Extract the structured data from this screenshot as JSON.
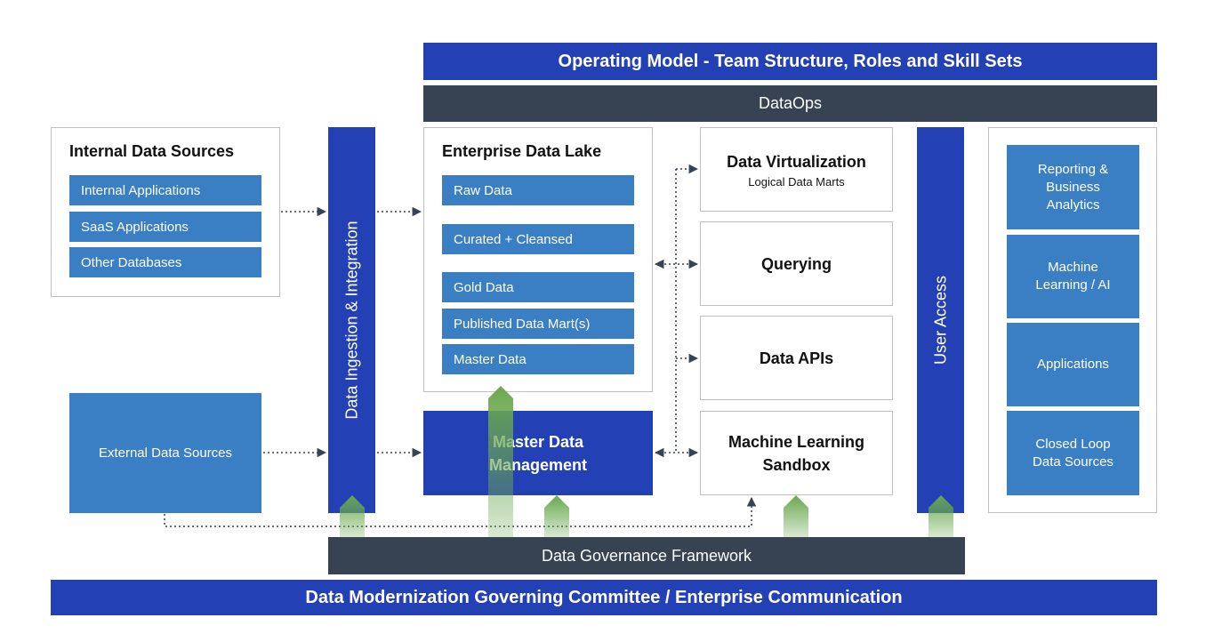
{
  "header": {
    "operating_model": "Operating Model - Team Structure, Roles and Skill Sets",
    "dataops": "DataOps"
  },
  "internal_sources": {
    "title": "Internal Data Sources",
    "items": [
      "Internal Applications",
      "SaaS Applications",
      "Other Databases"
    ]
  },
  "external_sources": "External Data Sources",
  "ingestion_label": "Data Ingestion & Integration",
  "data_lake": {
    "title": "Enterprise Data Lake",
    "items": [
      "Raw Data",
      "Curated + Cleansed",
      "Gold Data",
      "Published Data Mart(s)",
      "Master Data"
    ]
  },
  "master_data_management": [
    "Master Data",
    "Management"
  ],
  "services": {
    "virtualization": {
      "title": "Data Virtualization",
      "subtitle": "Logical Data Marts"
    },
    "querying": "Querying",
    "apis": "Data APIs",
    "ml_sandbox": [
      "Machine Learning",
      "Sandbox"
    ]
  },
  "user_access_label": "User Access",
  "outputs": [
    [
      "Reporting &",
      "Business",
      "Analytics"
    ],
    [
      "Machine",
      "Learning / AI"
    ],
    [
      "Applications"
    ],
    [
      "Closed Loop",
      "Data Sources"
    ]
  ],
  "footer": {
    "governance": "Data Governance Framework",
    "committee": "Data Modernization Governing Committee / Enterprise Communication"
  },
  "colors": {
    "banner_blue": "#2340b5",
    "item_blue": "#3a7fc3",
    "dark_slate": "#374252",
    "arrow_green": "#6aa84f",
    "connector": "#374252"
  }
}
